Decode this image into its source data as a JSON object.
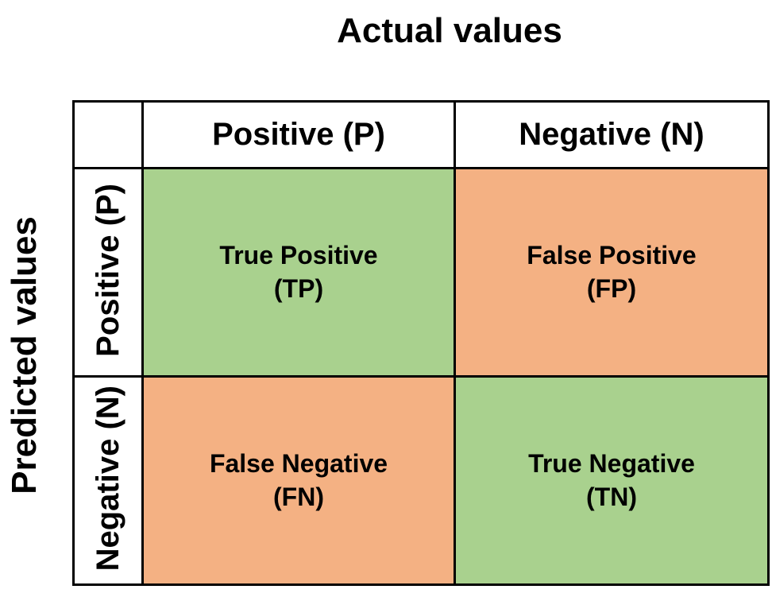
{
  "diagram": {
    "type": "confusion-matrix",
    "top_axis_title": "Actual values",
    "left_axis_title": "Predicted values",
    "column_headers": [
      "Positive (P)",
      "Negative (N)"
    ],
    "row_headers": [
      "Positive (P)",
      "Negative (N)"
    ],
    "cells": [
      [
        {
          "label": "True Positive",
          "abbr": "(TP)",
          "color": "green"
        },
        {
          "label": "False Positive",
          "abbr": "(FP)",
          "color": "orange"
        }
      ],
      [
        {
          "label": "False Negative",
          "abbr": "(FN)",
          "color": "orange"
        },
        {
          "label": "True Negative",
          "abbr": "(TN)",
          "color": "green"
        }
      ]
    ]
  },
  "colors": {
    "green": "#A9D18E",
    "orange": "#F4B183",
    "border": "#000000",
    "text": "#000000",
    "background": "#FFFFFF"
  }
}
